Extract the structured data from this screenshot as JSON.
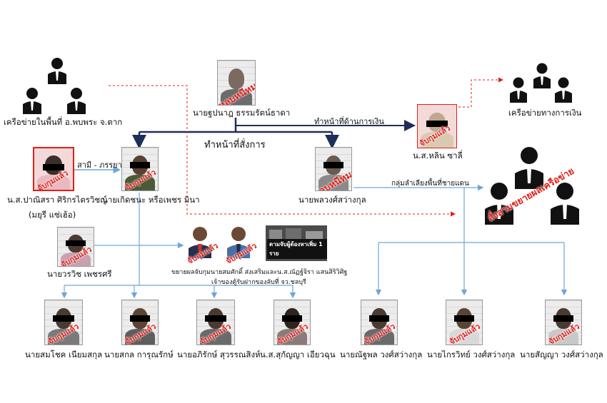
{
  "top_left_group": {
    "label": "เครือข่ายในพื้นที่ อ.พบพระ จ.ตาก"
  },
  "top_right_group": {
    "label": "เครือข่ายทางการเงิน"
  },
  "right_group": {
    "label": "สั่งสามขยายผลเครือข่าย"
  },
  "leader": {
    "name": "นายฐปนาฎ ธรรมรัตน์ธาดา",
    "stamp": "หลบหนีหมายจับ"
  },
  "finance": {
    "name": "น.ส.หลิน ซาลี่",
    "stamp": "จับกุมแล้ว"
  },
  "arrows": {
    "finance_role": "ทำหน้าที่ด้านการเงิน",
    "command_role": "ทำหน้าที่สั่งการ",
    "spouse": "สามี - ภรรยา",
    "border_group": "กลุ่มลำเลียงพื้นที่ชายแดน"
  },
  "wife": {
    "name": "น.ส.ปาณิสรา ศิริกรไตรวิชญ์",
    "alias": "(มยุรี แซ่เฮ้อ)",
    "stamp": "จับกุมแล้ว"
  },
  "husband": {
    "name": "นายเกิดชนะ หรือเพชร มินา",
    "stamp": "จับกุมแล้ว"
  },
  "border_leader": {
    "name": "นายพลวงศ์สว่างกุล",
    "stamp": "หลบหนีหมายจับ"
  },
  "middle_person": {
    "name": "นายวรวิช เพชรศรี",
    "stamp": "จับกุมแล้ว"
  },
  "raid": {
    "stamp1": "จับกุมแล้ว",
    "stamp2": "จับกุมแล้ว",
    "banner": "ตามจับผู้ต้องหาเพิ่ม 1 ราย",
    "caption1": "ขยายผลจับกุมนายสมศักดิ์ ส่งเสริมและน.ส.ณัฏฐ์จิรา แสนสิริวิศิฐ",
    "caption2": "เจ้าของตู้รับฝากของลับที่ จว.ชลบุรี"
  },
  "bottom_people": [
    {
      "name": "นายสมโชค เนียมสกุล",
      "stamp": "จับกุมแล้ว"
    },
    {
      "name": "นายสกล การุณรักษ์",
      "stamp": "จับกุมแล้ว"
    },
    {
      "name": "นายอภิรักษ์ สุวรรณสิงห์",
      "stamp": "จับกุมแล้ว"
    },
    {
      "name": "น.ส.สุกัญญา เอียวฉุน",
      "stamp": "จับกุมแล้ว"
    },
    {
      "name": "นายณัฐพล วงศ์สว่างกุล",
      "stamp": "จับกุมแล้ว"
    },
    {
      "name": "นายไกรวิทย์ วงศ์สว่างกุล",
      "stamp": "จับกุมแล้ว"
    },
    {
      "name": "นายสัญญา วงศ์สว่างกุล",
      "stamp": "จับกุมแล้ว"
    }
  ],
  "colors": {
    "arrest_red": "#e0201a",
    "command_navy": "#1f2d5a",
    "link_blue": "#6ea6d8",
    "dotted_red": "#e0201a"
  }
}
